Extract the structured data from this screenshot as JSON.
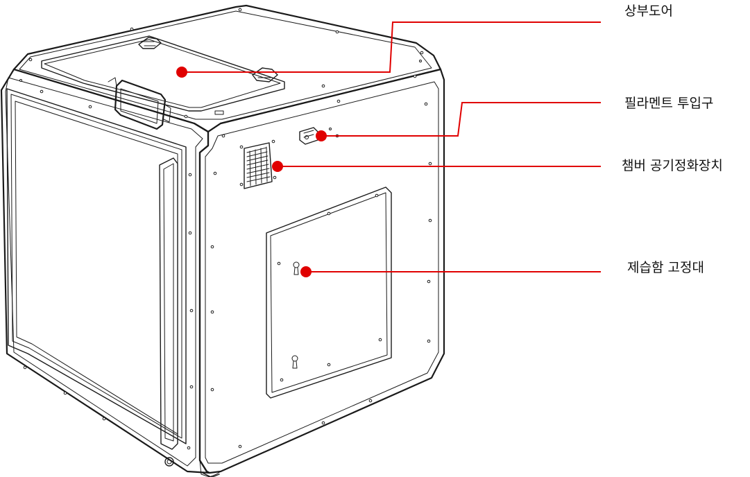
{
  "diagram": {
    "accent_color": "#e00000",
    "line_color": "#1a1a1a",
    "callouts": [
      {
        "id": "top-door",
        "label": "상부도어"
      },
      {
        "id": "filament-inlet",
        "label": "필라멘트 투입구"
      },
      {
        "id": "chamber-air-purifier",
        "label": "챔버 공기정화장치"
      },
      {
        "id": "dehumidifier-holder",
        "label": "제습함 고정대"
      }
    ]
  }
}
